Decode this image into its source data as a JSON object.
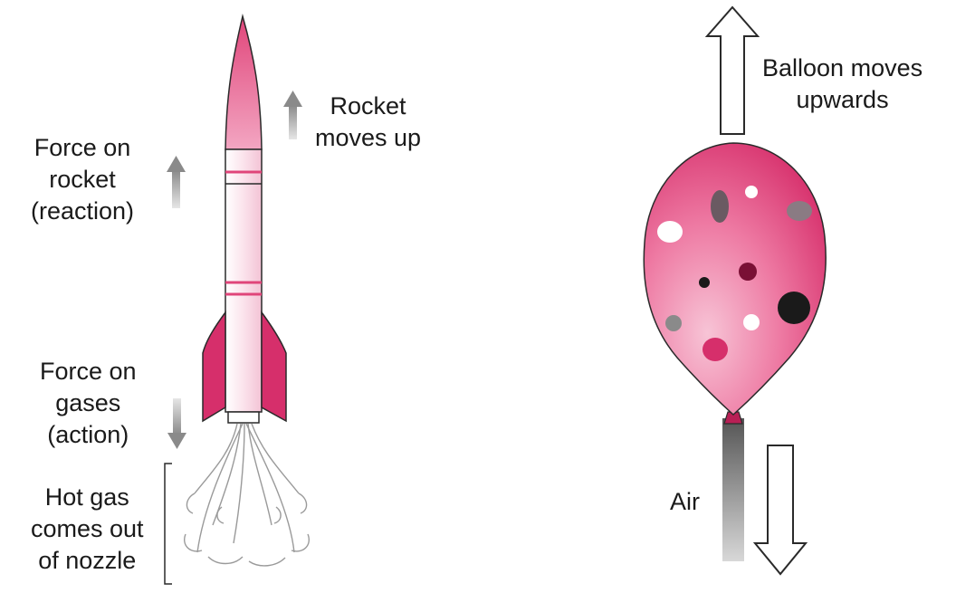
{
  "rocket": {
    "label_rocket_moves": [
      "Rocket",
      "moves up"
    ],
    "label_force_rocket": [
      "Force on",
      "rocket",
      "(reaction)"
    ],
    "label_force_gases": [
      "Force on",
      "gases",
      "(action)"
    ],
    "label_hot_gas": [
      "Hot gas",
      "comes out",
      "of nozzle"
    ]
  },
  "balloon": {
    "label_balloon_moves": [
      "Balloon moves",
      "upwards"
    ],
    "label_air": "Air"
  },
  "colors": {
    "pink": "#e0457a",
    "light_pink": "#f3a6c2",
    "dark_pink": "#c21e56",
    "arrow_grey": "#9a9a9a",
    "outline": "#2a2a2a"
  }
}
